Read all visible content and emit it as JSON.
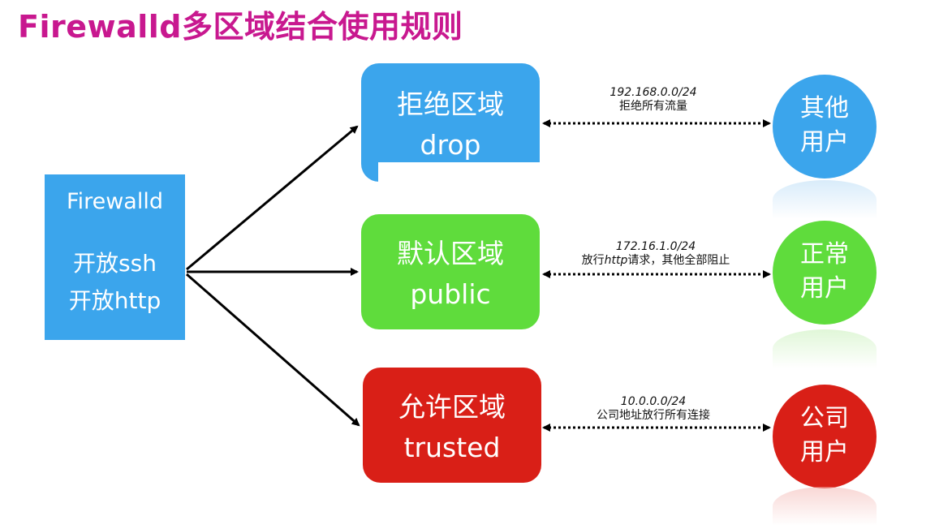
{
  "title": "Firewalld多区域结合使用规则",
  "firewall": {
    "name": "Firewalld",
    "rule_ssh": "开放ssh",
    "rule_http": "开放http"
  },
  "zones": [
    {
      "cn": "拒绝区域",
      "en": "drop",
      "color": "#3ba5ec"
    },
    {
      "cn": "默认区域",
      "en": "public",
      "color": "#5fdc3c"
    },
    {
      "cn": "允许区域",
      "en": "trusted",
      "color": "#d91f17"
    }
  ],
  "users": [
    {
      "line1": "其他",
      "line2": "用户",
      "color": "#3ba5ec"
    },
    {
      "line1": "正常",
      "line2": "用户",
      "color": "#5fdc3c"
    },
    {
      "line1": "公司",
      "line2": "用户",
      "color": "#d91f17"
    }
  ],
  "links": [
    {
      "network": "192.168.0.0/24",
      "desc": "拒绝所有流量"
    },
    {
      "network": "172.16.1.0/24",
      "desc_pre": "放行",
      "desc_italic": "http",
      "desc_post": "请求，其他全部阻止"
    },
    {
      "network": "10.0.0.0/24",
      "desc": "公司地址放行所有连接"
    }
  ]
}
